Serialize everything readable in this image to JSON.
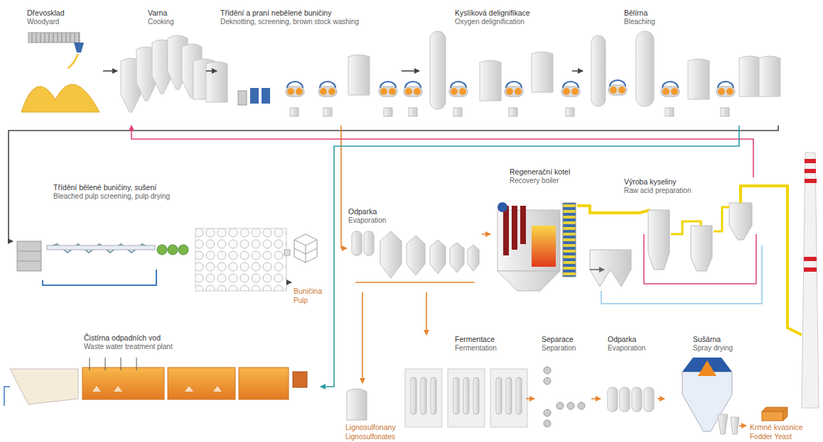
{
  "diagram": {
    "nodes": [
      {
        "text": [
          "Dřevosklad",
          "Woodyard"
        ]
      },
      {
        "text": [
          "Varna",
          "Cooking"
        ]
      },
      {
        "text": [
          "Třídění a praní nebělené buničiny",
          "Deknotting, screening, brown stock washing"
        ]
      },
      {
        "text": [
          "Kyslíková delignifikace",
          "Oxygen delignification"
        ]
      },
      {
        "text": [
          "Bělírna",
          "Bleaching"
        ]
      },
      {
        "text": [
          "Třídění bělené buničiny, sušení",
          "Bleached pulp screening, pulp drying"
        ]
      },
      {
        "text": [
          "Buničina",
          "Pulp"
        ]
      },
      {
        "text": [
          "Odparka",
          "Evaporation"
        ]
      },
      {
        "text": [
          "Regenerační kotel",
          "Recovery boiler"
        ]
      },
      {
        "text": [
          "Výroba kyseliny",
          "Raw acid preparation"
        ]
      },
      {
        "text": [
          "Čistírna odpadních vod",
          "Waste water treatment plant"
        ]
      },
      {
        "text": [
          "Lignosulfonany",
          "Lignosulfonates"
        ]
      },
      {
        "text": [
          "Fermentace",
          "Fermentation"
        ]
      },
      {
        "text": [
          "Separace",
          "Separation"
        ]
      },
      {
        "text": [
          "Odparka",
          "Evaporation"
        ]
      },
      {
        "text": [
          "Sušárna",
          "Spray drying"
        ]
      },
      {
        "text": [
          "Krmné kvasnice",
          "Fodder Yeast"
        ]
      }
    ],
    "edges": [
      {
        "from": 0,
        "to": 1,
        "arrow": "to"
      },
      {
        "from": 1,
        "to": 2,
        "arrow": "to"
      },
      {
        "from": 2,
        "to": 3,
        "arrow": "to"
      },
      {
        "from": 3,
        "to": 4,
        "arrow": "to"
      },
      {
        "from": 4,
        "to": 5,
        "arrow": "to"
      },
      {
        "from": 5,
        "to": 6,
        "arrow": "to"
      },
      {
        "from": 2,
        "to": 7,
        "arrow": "to"
      },
      {
        "from": 7,
        "to": 8,
        "arrow": "to"
      },
      {
        "from": 8,
        "to": 9,
        "arrow": "to"
      },
      {
        "from": 9,
        "to": 1,
        "arrow": "to"
      },
      {
        "from": 4,
        "to": 10,
        "arrow": "to"
      },
      {
        "from": 7,
        "to": 11,
        "arrow": "to"
      },
      {
        "from": 7,
        "to": 12,
        "arrow": "to"
      },
      {
        "from": 12,
        "to": 13,
        "arrow": "to"
      },
      {
        "from": 13,
        "to": 14,
        "arrow": "to"
      },
      {
        "from": 14,
        "to": 15,
        "arrow": "to"
      },
      {
        "from": 15,
        "to": 16,
        "arrow": "to"
      }
    ]
  }
}
